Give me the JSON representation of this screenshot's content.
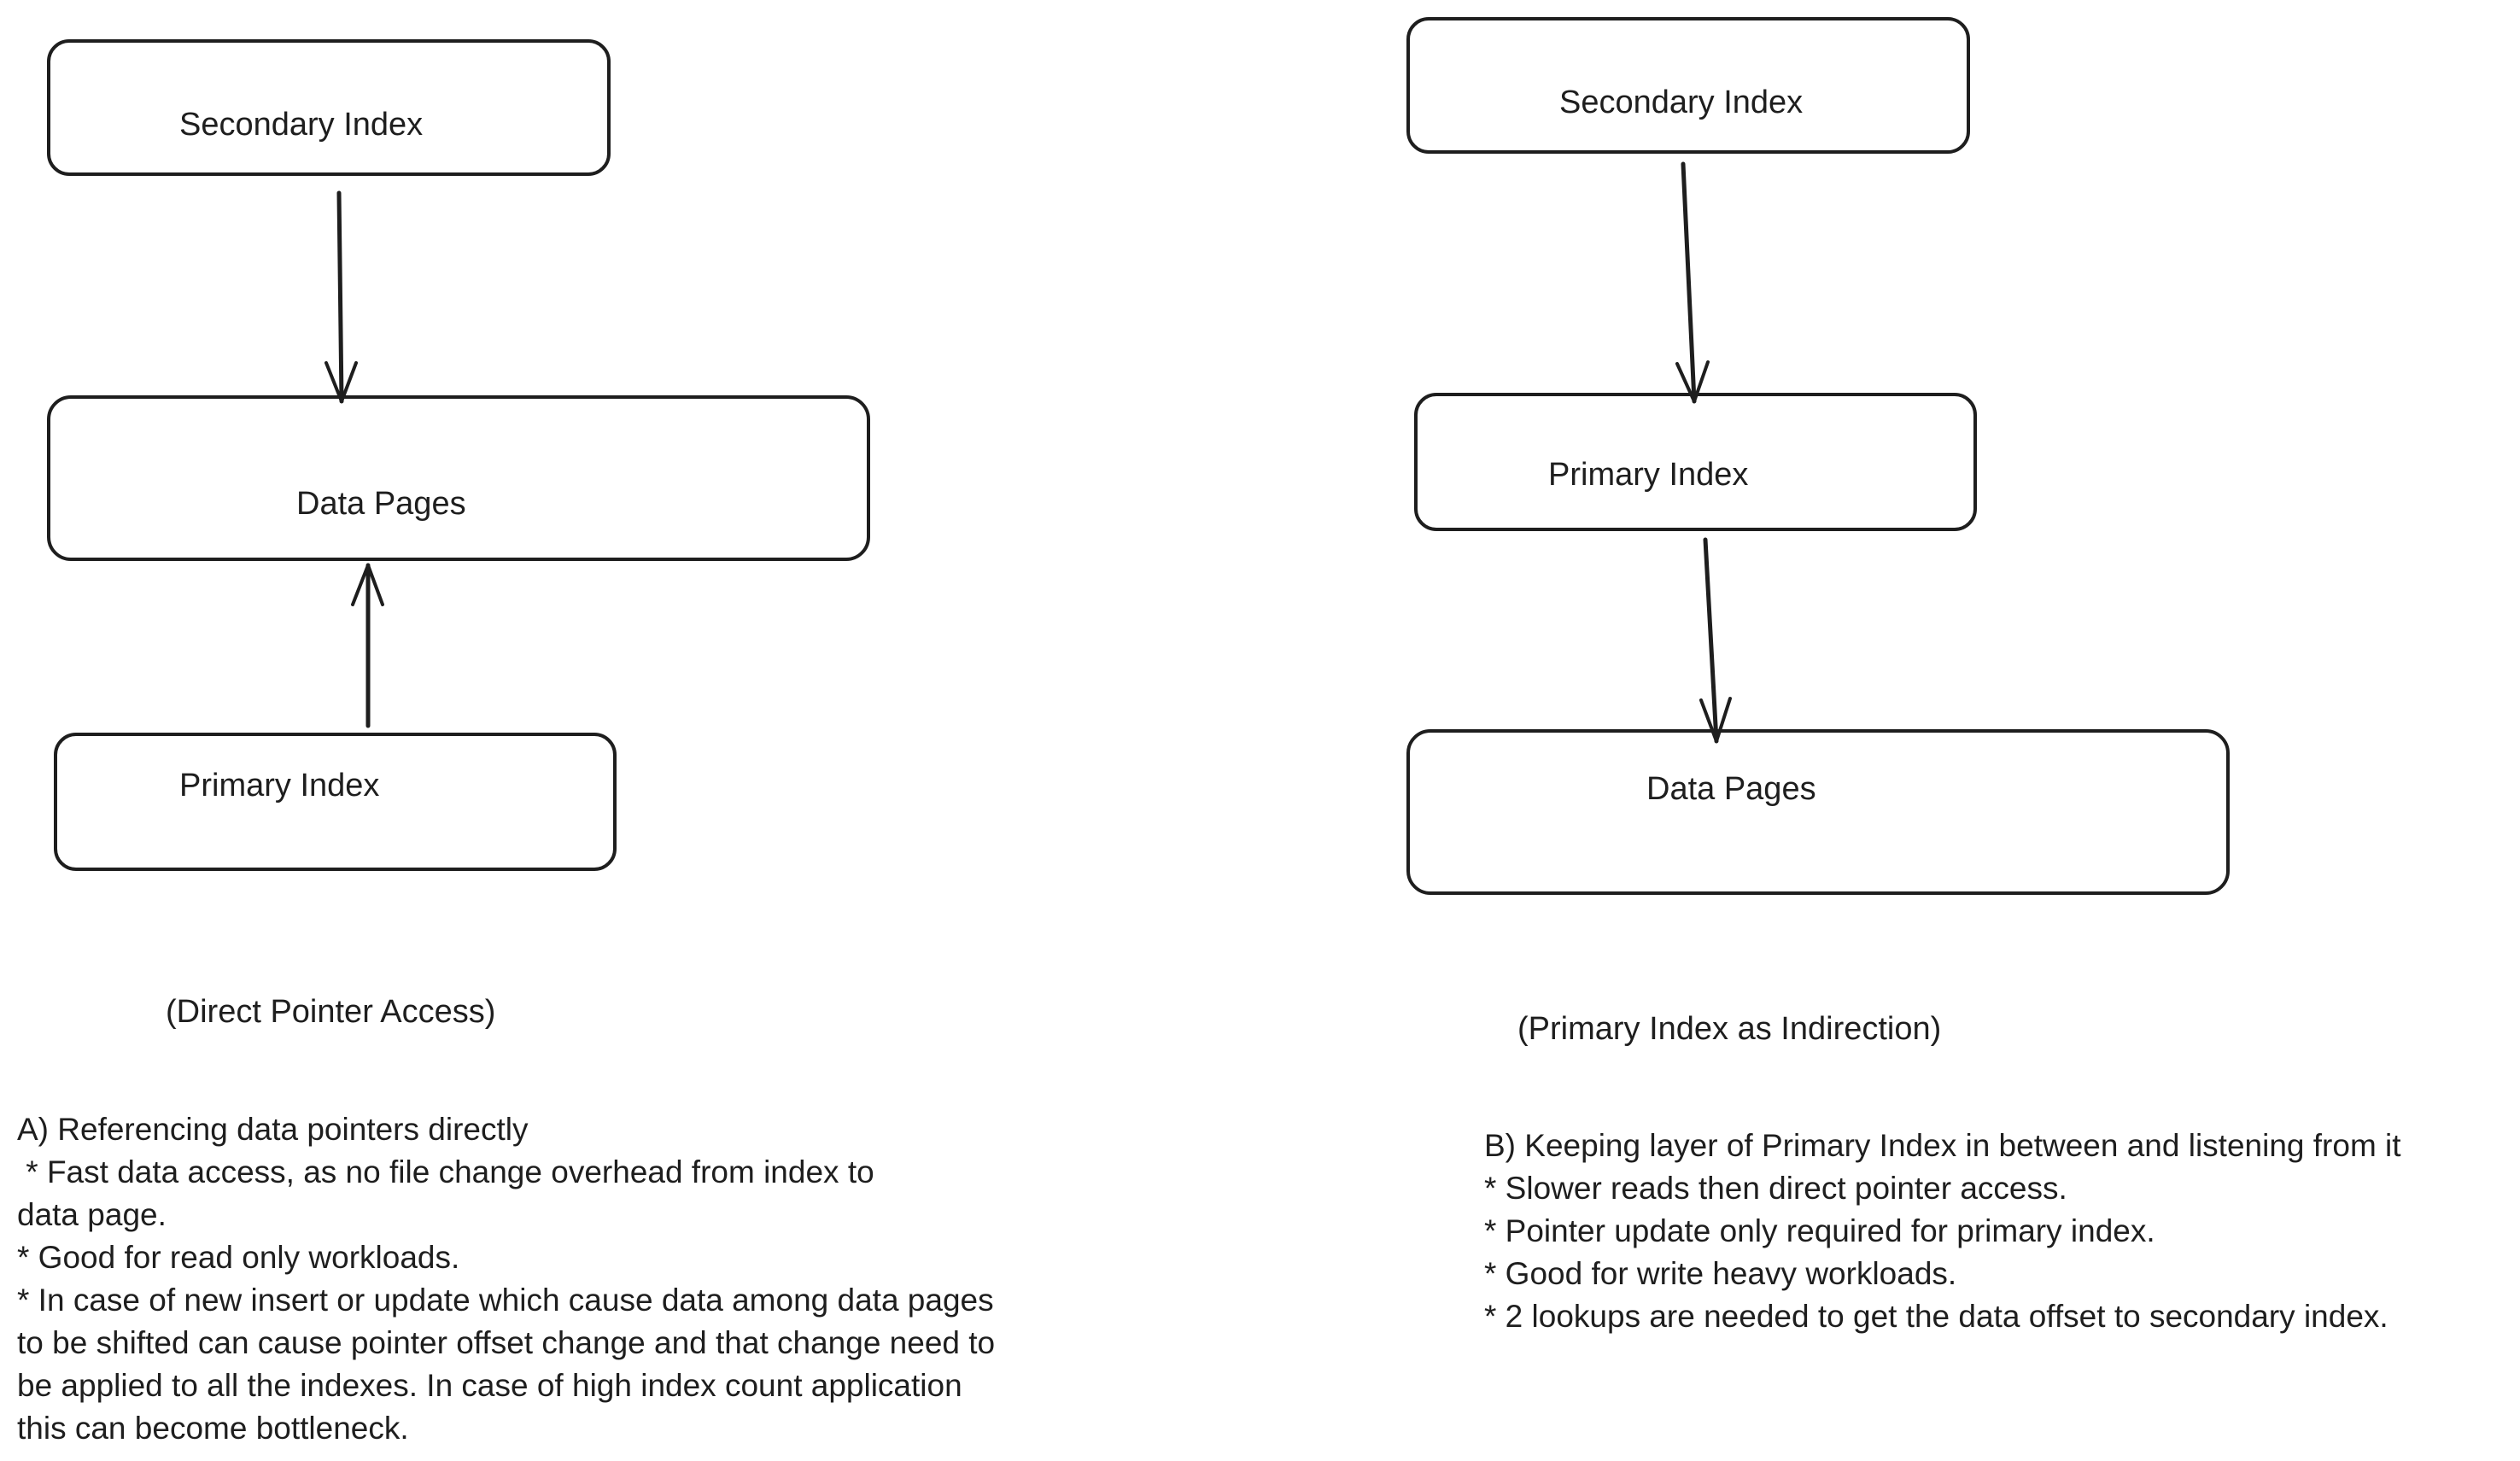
{
  "diagram_a": {
    "boxes": {
      "secondary": "Secondary Index",
      "data": "Data Pages",
      "primary": "Primary Index"
    },
    "caption": "(Direct Pointer Access)",
    "notes": [
      "A) Referencing data pointers directly",
      " * Fast data access, as no file change overhead from index to",
      "data page.",
      "* Good for read only workloads.",
      "* In case of new insert or update which cause data among data pages",
      "to be shifted can cause pointer offset change and that change need to",
      "be applied to all the indexes. In case of high index count application",
      "this can become bottleneck."
    ]
  },
  "diagram_b": {
    "boxes": {
      "secondary": "Secondary Index",
      "primary": "Primary Index",
      "data": "Data Pages"
    },
    "caption": "(Primary Index as Indirection)",
    "notes": [
      "B) Keeping layer of Primary Index in between and listening from it",
      "* Slower reads then direct pointer access.",
      "* Pointer update only required for primary index.",
      "* Good for write heavy workloads.",
      "* 2 lookups are needed to get the data offset to secondary index."
    ]
  },
  "colors": {
    "stroke": "#1e1e1e",
    "background": "#ffffff"
  }
}
